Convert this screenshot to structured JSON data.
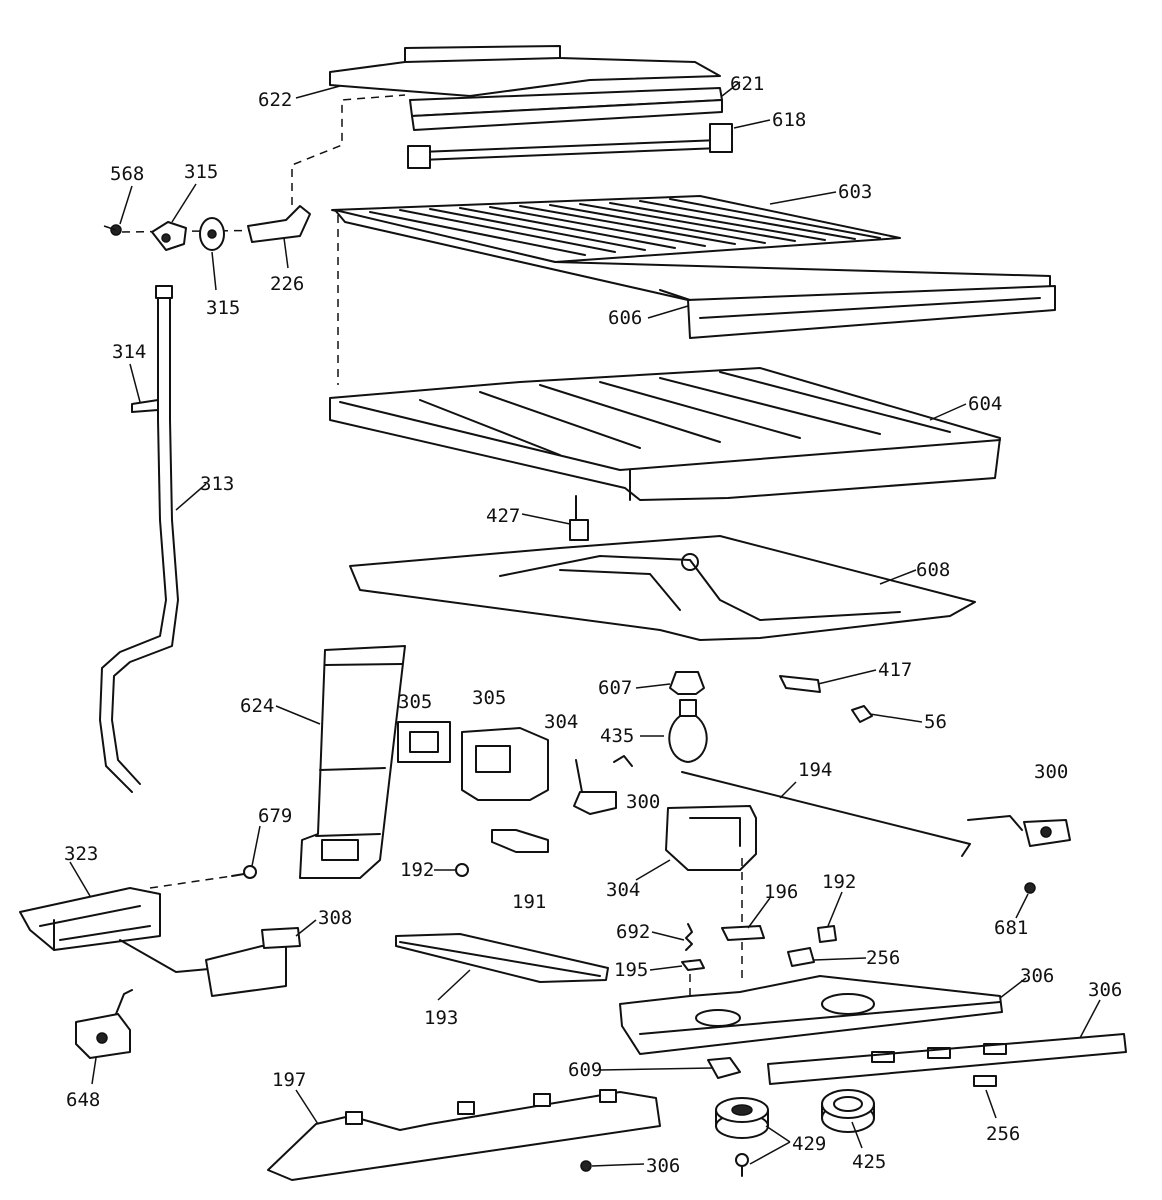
{
  "labels": {
    "l622": "622",
    "l621": "621",
    "l618": "618",
    "l603": "603",
    "l568": "568",
    "l315a": "315",
    "l315b": "315",
    "l226": "226",
    "l606": "606",
    "l314": "314",
    "l604": "604",
    "l313": "313",
    "l427": "427",
    "l608": "608",
    "l607": "607",
    "l417": "417",
    "l624": "624",
    "l305a": "305",
    "l305b": "305",
    "l304a": "304",
    "l435": "435",
    "l56": "56",
    "l194": "194",
    "l300a": "300",
    "l300b": "300",
    "l679": "679",
    "l323": "323",
    "l192a": "192",
    "l191": "191",
    "l304b": "304",
    "l196": "196",
    "l192b": "192",
    "l681": "681",
    "l308": "308",
    "l692": "692",
    "l195": "195",
    "l256a": "256",
    "l306a": "306",
    "l306b": "306",
    "l193": "193",
    "l609": "609",
    "l648": "648",
    "l197": "197",
    "l429": "429",
    "l425": "425",
    "l256b": "256",
    "l306c": "306"
  }
}
